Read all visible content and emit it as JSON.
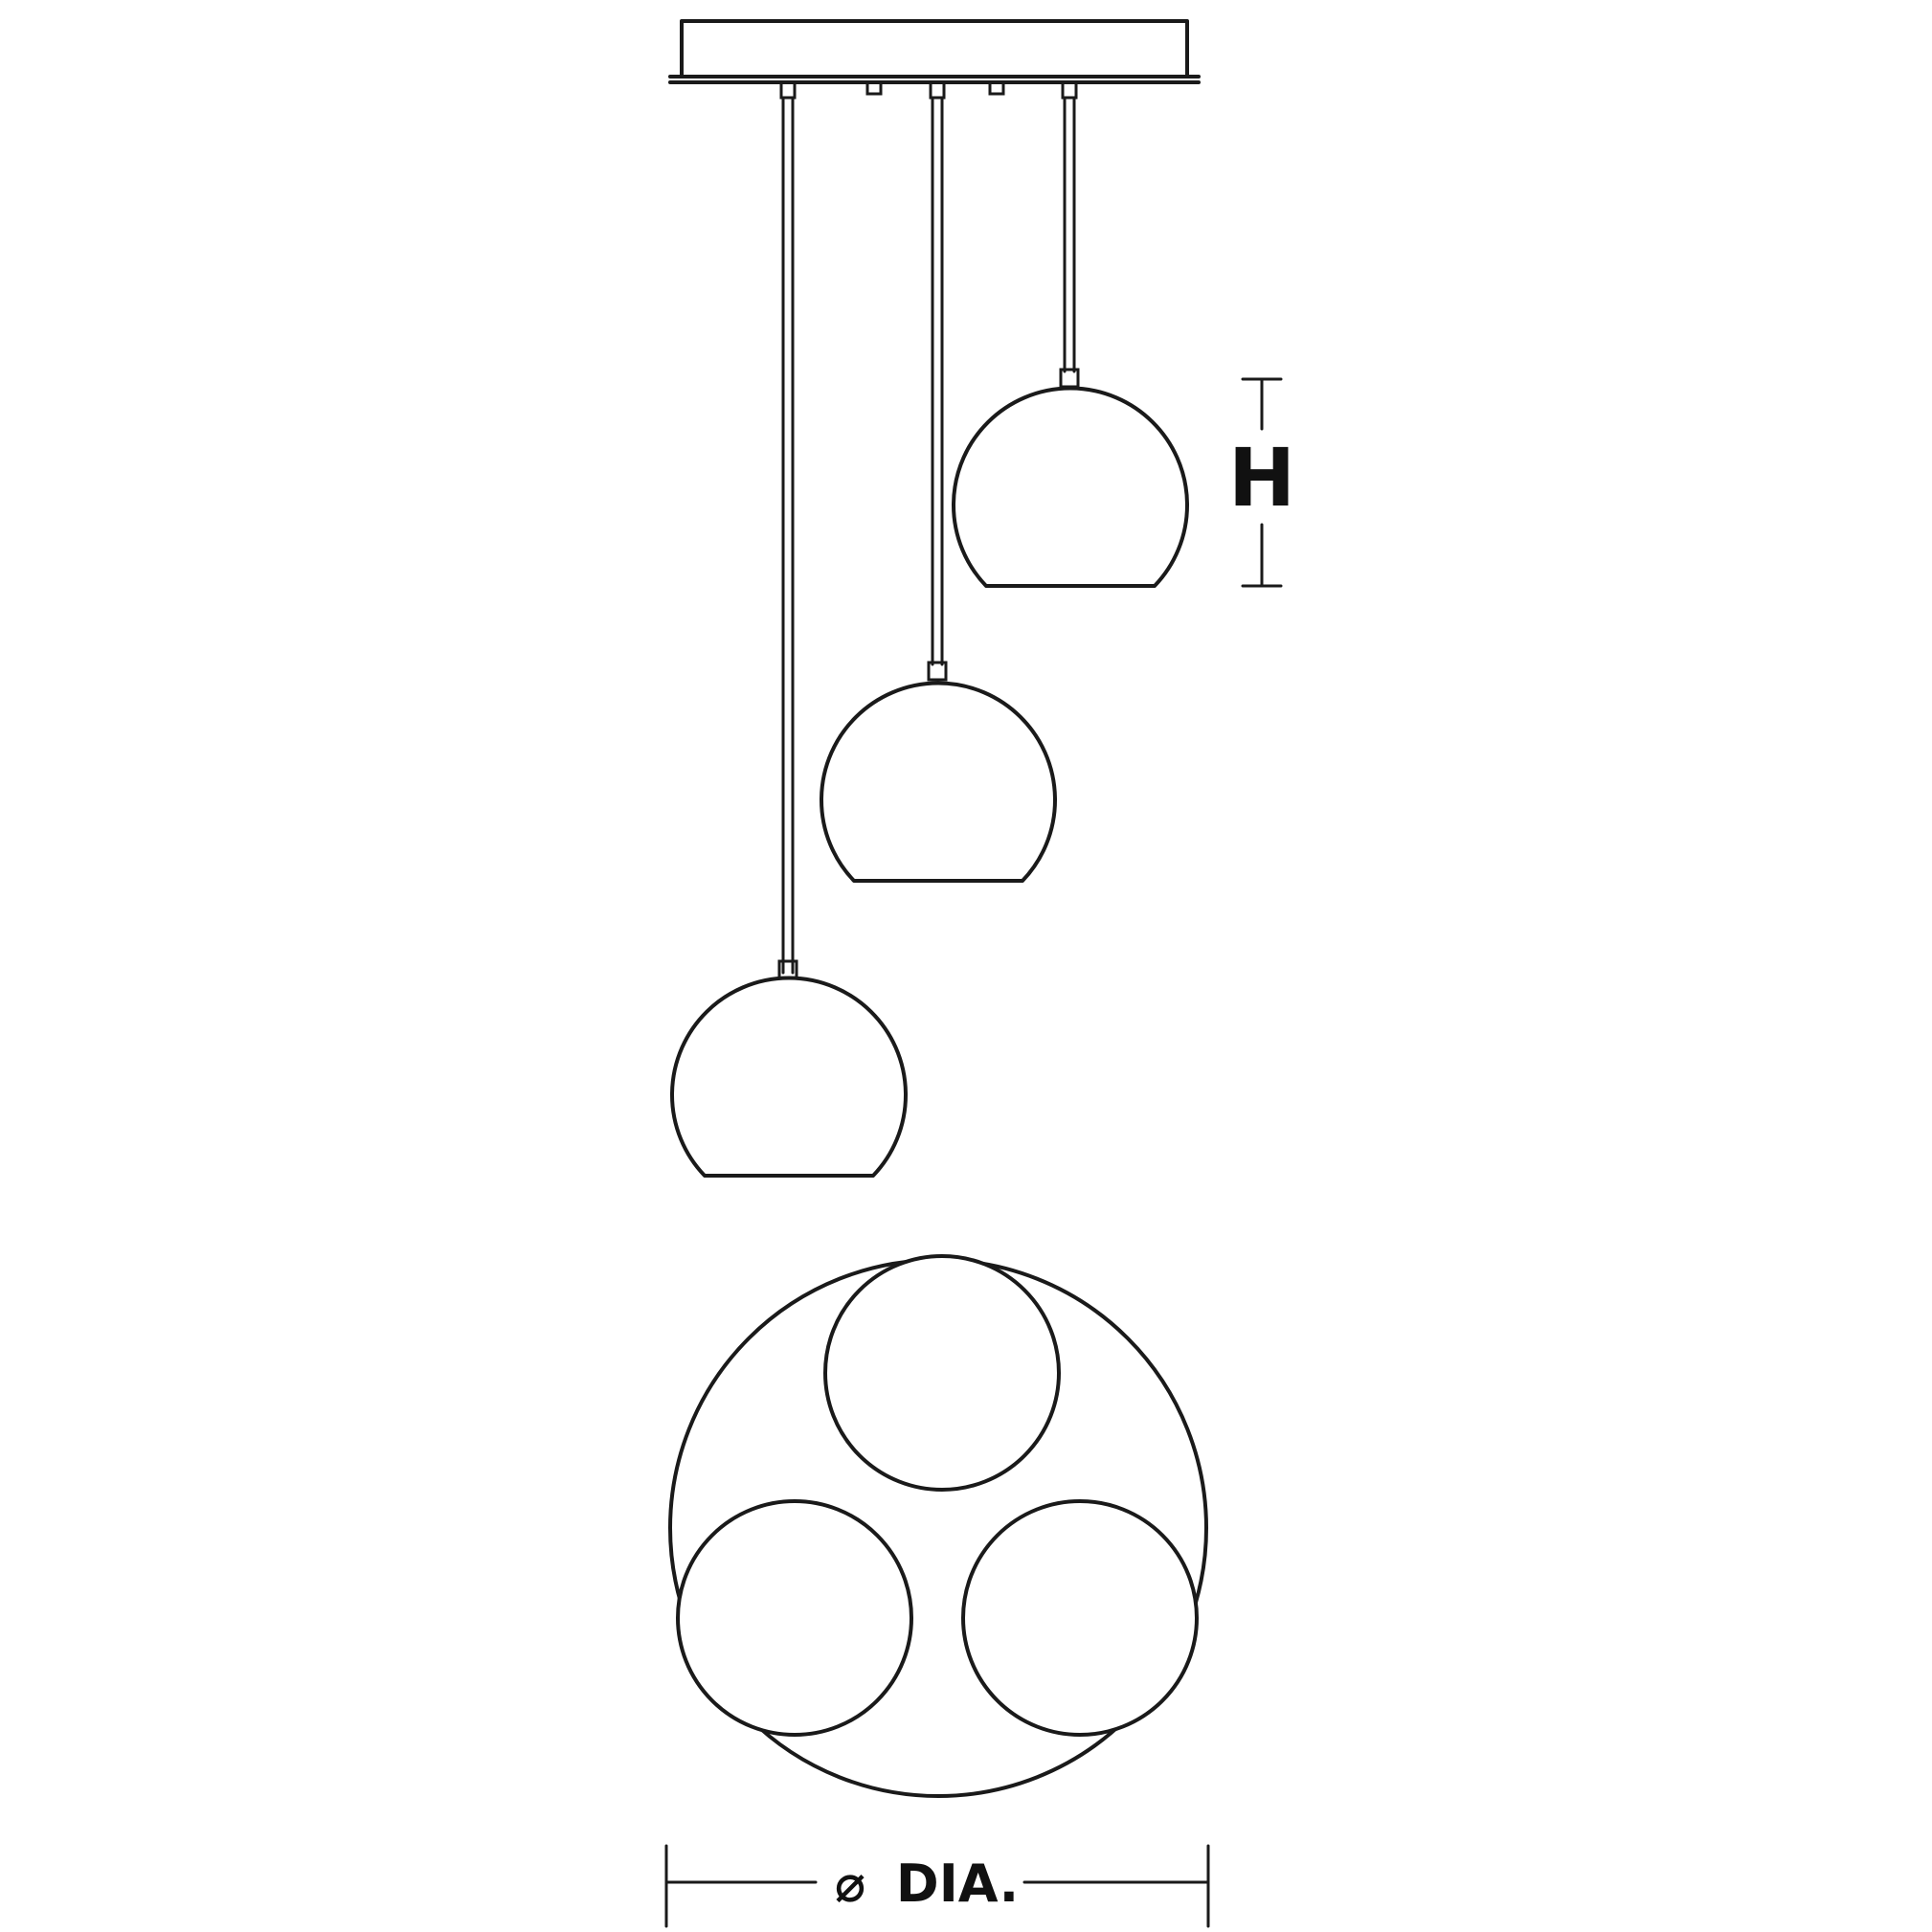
{
  "dimensions": {
    "height_label": "H",
    "diameter_symbol": "⌀",
    "diameter_label": "DIA."
  },
  "colors": {
    "line": "#1a1a1a",
    "background": "#ffffff"
  },
  "views": [
    "side-elevation",
    "plan-view"
  ],
  "pendant_count": 3
}
